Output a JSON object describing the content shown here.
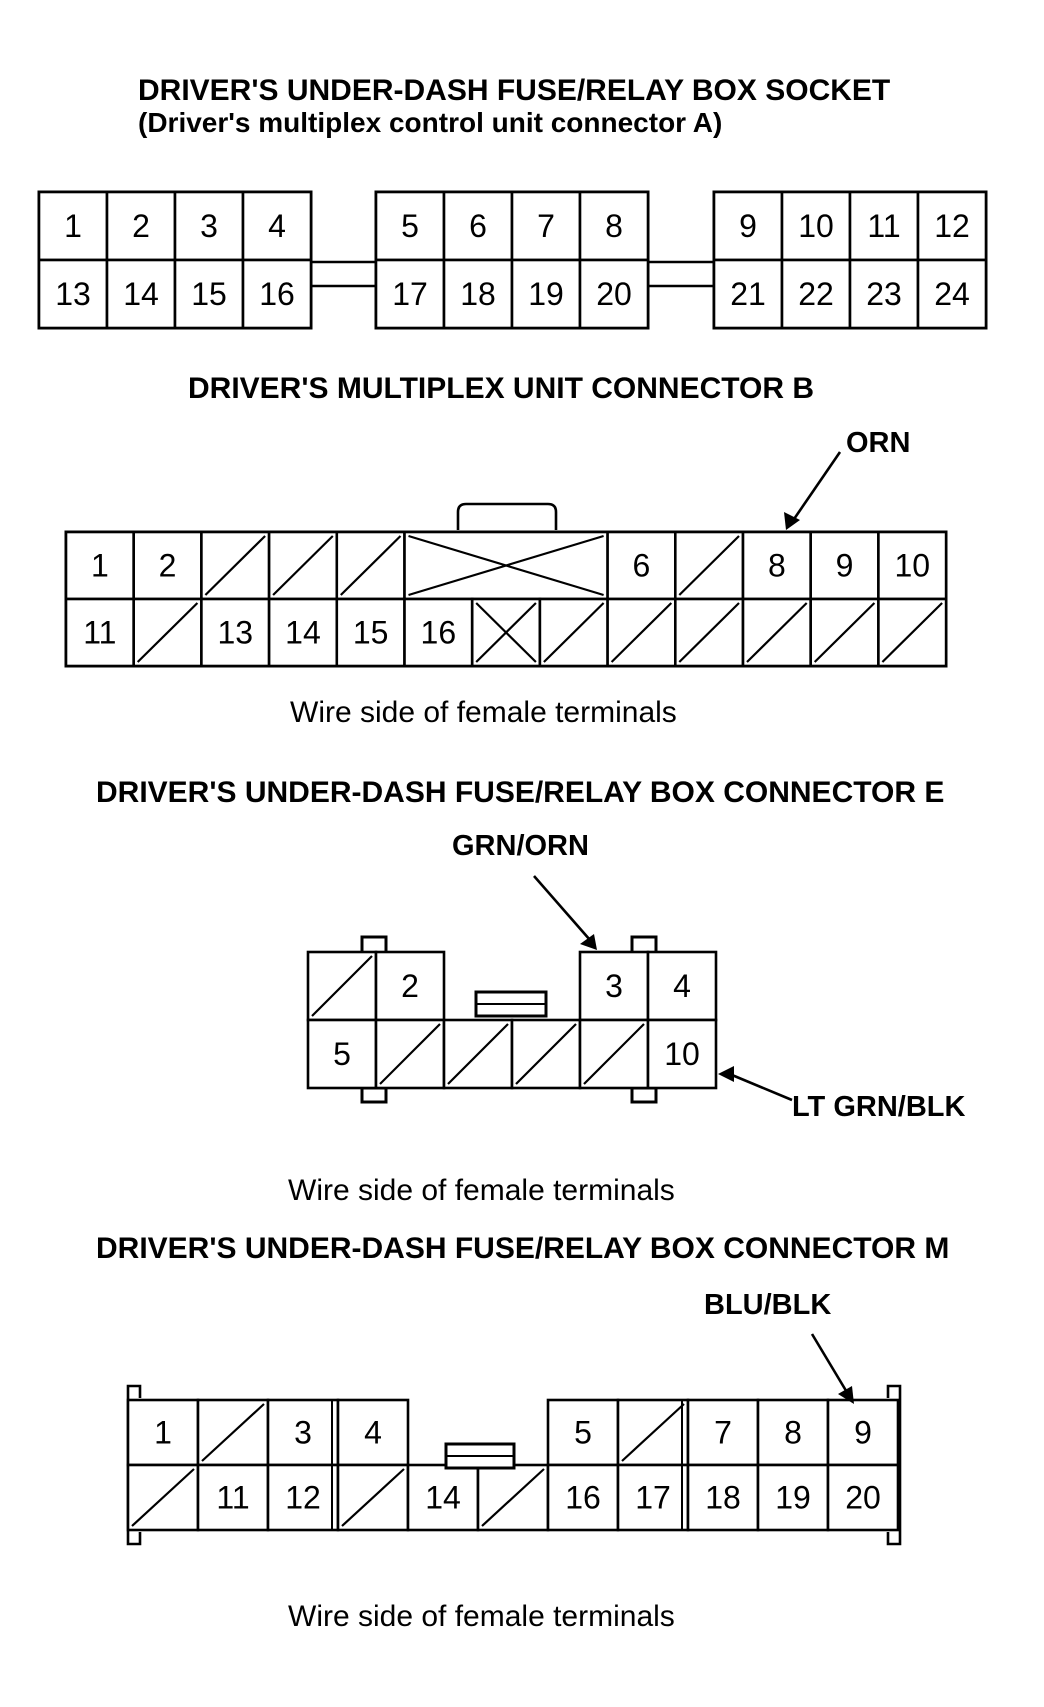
{
  "titles": {
    "socket_line1": "DRIVER'S UNDER-DASH FUSE/RELAY BOX SOCKET",
    "socket_line2": "(Driver's multiplex control unit connector A)",
    "connector_b": "DRIVER'S MULTIPLEX UNIT CONNECTOR B",
    "connector_e": "DRIVER'S UNDER-DASH FUSE/RELAY BOX CONNECTOR E",
    "connector_m": "DRIVER'S UNDER-DASH FUSE/RELAY BOX CONNECTOR M"
  },
  "captions": {
    "b": "Wire side of female terminals",
    "e": "Wire side of female terminals",
    "m": "Wire side of female terminals"
  },
  "wire_labels": {
    "b_orn": "ORN",
    "e_grn_orn": "GRN/ORN",
    "e_lt_grn_blk": "LT GRN/BLK",
    "m_blu_blk": "BLU/BLK"
  },
  "connector_a": {
    "top": [
      "1",
      "2",
      "3",
      "4",
      "5",
      "6",
      "7",
      "8",
      "9",
      "10",
      "11",
      "12"
    ],
    "bottom": [
      "13",
      "14",
      "15",
      "16",
      "17",
      "18",
      "19",
      "20",
      "21",
      "22",
      "23",
      "24"
    ]
  },
  "connector_b": {
    "top": [
      "1",
      "2",
      "",
      "",
      "",
      "",
      "",
      "6",
      "",
      "8",
      "9",
      "10"
    ],
    "bottom": [
      "11",
      "",
      "13",
      "14",
      "15",
      "16",
      "",
      "",
      "",
      "",
      "",
      "",
      ""
    ]
  },
  "connector_e": {
    "top": [
      "",
      "2",
      "3",
      "4"
    ],
    "bottom": [
      "5",
      "",
      "",
      "",
      "",
      "10"
    ]
  },
  "connector_m": {
    "top": [
      "1",
      "",
      "3",
      "4",
      "5",
      "",
      "7",
      "8",
      "9"
    ],
    "bottom": [
      "",
      "11",
      "12",
      "",
      "14",
      "",
      "16",
      "17",
      "18",
      "19",
      "20"
    ]
  }
}
